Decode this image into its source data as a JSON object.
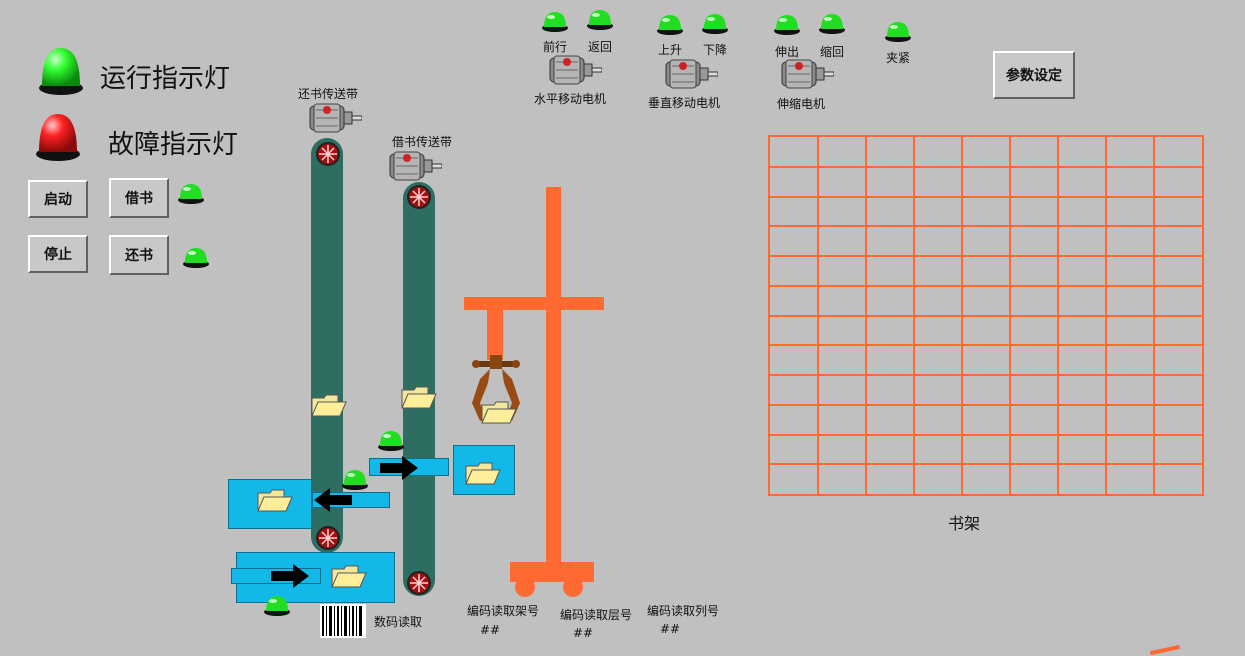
{
  "indicators": {
    "run_label": "运行指示灯",
    "fault_label": "故障指示灯"
  },
  "buttons": {
    "start": "启动",
    "stop": "停止",
    "borrow": "借书",
    "return": "还书",
    "params": "参数设定"
  },
  "conveyors": {
    "return_belt": "还书传送带",
    "borrow_belt": "借书传送带"
  },
  "motors": {
    "horizontal": {
      "label": "水平移动电机",
      "lamp1": "前行",
      "lamp2": "返回"
    },
    "vertical": {
      "label": "垂直移动电机",
      "lamp1": "上升",
      "lamp2": "下降"
    },
    "telescopic": {
      "label": "伸缩电机",
      "lamp1": "伸出",
      "lamp2": "缩回"
    },
    "clamp": "夹紧"
  },
  "shelf": {
    "label": "书架",
    "rows": 12,
    "cols": 9
  },
  "readouts": {
    "barcode": "数码读取",
    "shelf_no": {
      "label": "编码读取架号",
      "value": "##"
    },
    "layer_no": {
      "label": "编码读取层号",
      "value": "##"
    },
    "column_no": {
      "label": "编码读取列号",
      "value": "##"
    }
  },
  "colors": {
    "background": "#c0c0c0",
    "belt": "#2e6e62",
    "tray": "#12b8e8",
    "structure": "#ff6a33",
    "lamp_on": "#22dd22",
    "lamp_fault": "#ee1111"
  }
}
